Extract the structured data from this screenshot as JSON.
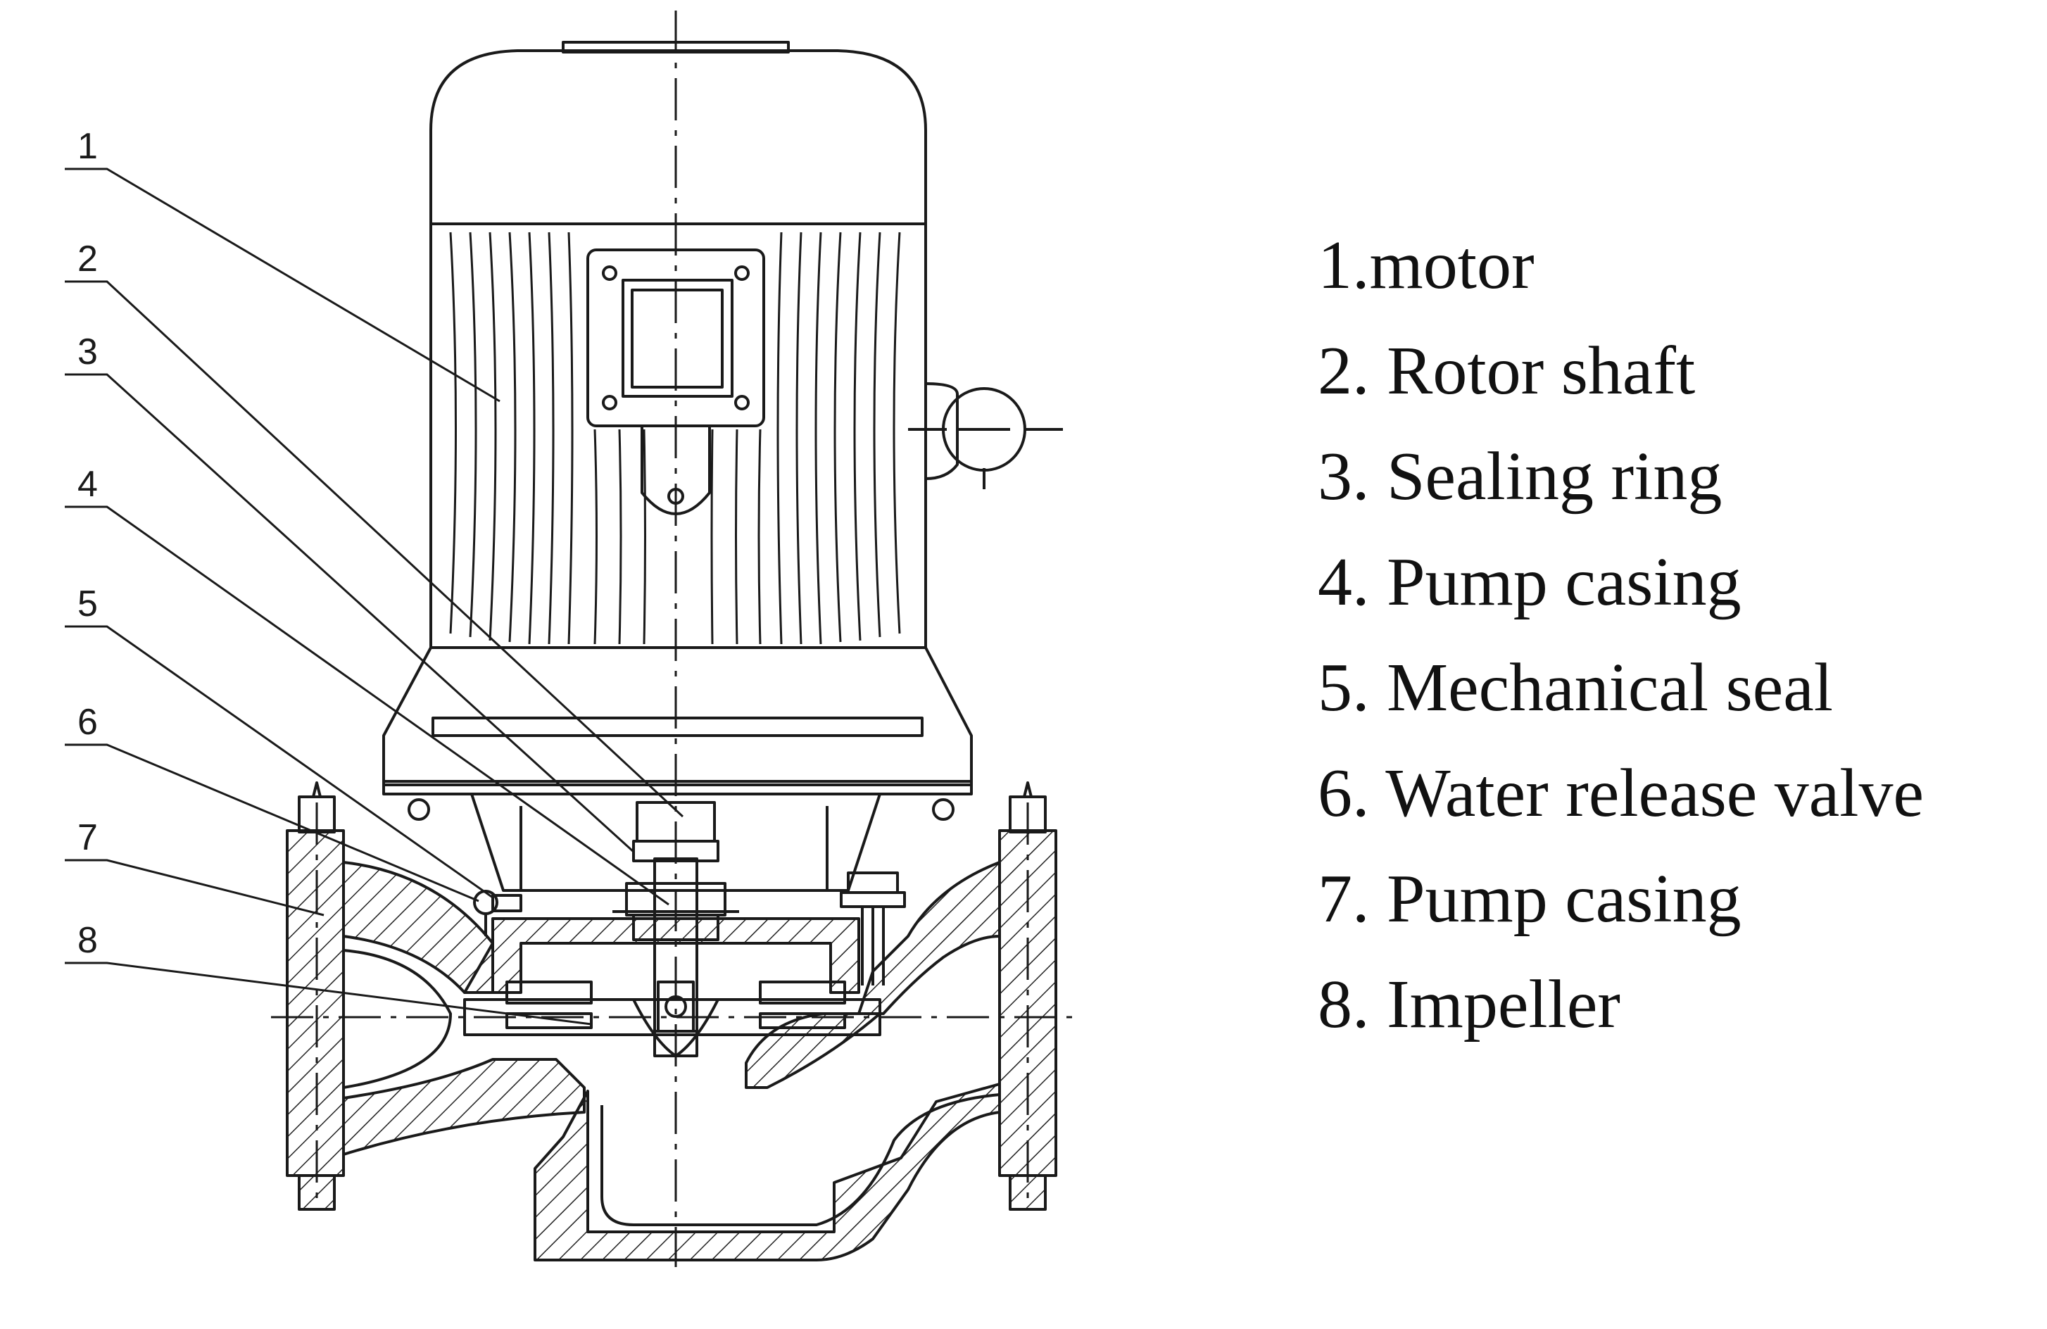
{
  "callouts": [
    "1",
    "2",
    "3",
    "4",
    "5",
    "6",
    "7",
    "8"
  ],
  "legend": [
    "1.motor",
    "2. Rotor shaft",
    "3. Sealing ring",
    "4. Pump casing",
    "5. Mechanical seal",
    "6. Water release valve",
    "7. Pump casing",
    "8. Impeller"
  ]
}
